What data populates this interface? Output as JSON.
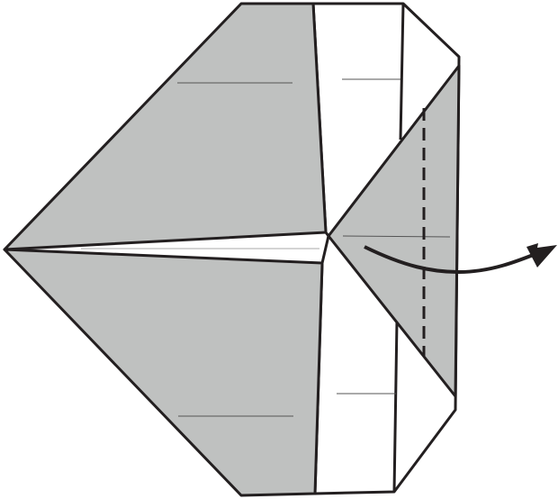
{
  "diagram": {
    "type": "origami-step",
    "colors": {
      "paper_colored": "#bfc1c0",
      "paper_white": "#ffffff",
      "line": "#231f20",
      "crease": "#555555"
    },
    "elements": [
      "folded-paper",
      "valley-fold-dashed-line",
      "unfold-arrow"
    ]
  }
}
